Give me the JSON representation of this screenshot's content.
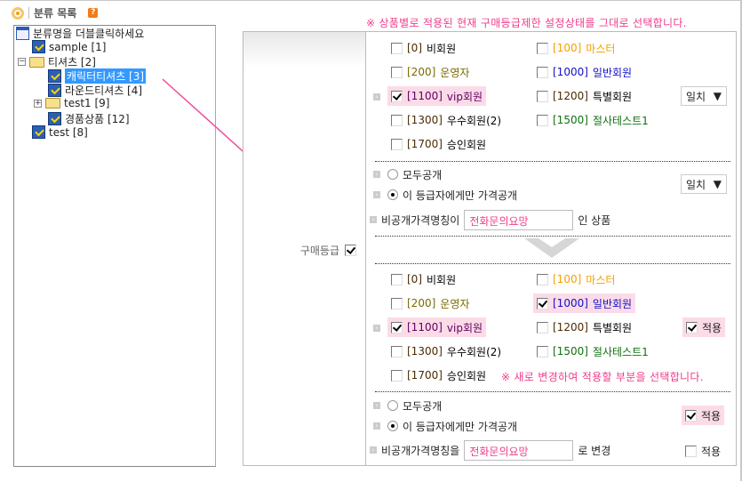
{
  "header": {
    "title": "분류 목록",
    "help_icon": "?"
  },
  "tree": {
    "root": "분류명을 더블클릭하세요",
    "nodes": [
      "sample [1]",
      "티셔츠 [2]",
      "캐릭터티셔츠 [3]",
      "라운드티셔츠 [4]",
      "test1 [9]",
      "경품상품 [12]",
      "test [8]"
    ]
  },
  "notice_top": "※ 상품별로 적용된 현재 구매등급제한 설정상태를 그대로 선택합니다.",
  "notice_bottom": "※ 새로 변경하여 적용할 부분을 선택합니다.",
  "label": "구매등급",
  "grades": [
    {
      "code": "[0]",
      "name": "비회원",
      "color": "#000000"
    },
    {
      "code": "[100]",
      "name": "마스터",
      "color": "#f5a000"
    },
    {
      "code": "[200]",
      "name": "운영자",
      "color": "#7a6a00"
    },
    {
      "code": "[1000]",
      "name": "일반회원",
      "color": "#1010c8"
    },
    {
      "code": "[1100]",
      "name": "vip회원",
      "color": "#600060"
    },
    {
      "code": "[1200]",
      "name": "특별회원",
      "color": "#000000"
    },
    {
      "code": "[1300]",
      "name": "우수회원(2)",
      "color": "#000000"
    },
    {
      "code": "[1500]",
      "name": "절사테스트1",
      "color": "#107010"
    },
    {
      "code": "[1700]",
      "name": "승인회원",
      "color": "#000000"
    }
  ],
  "top": {
    "checked": [
      "[1100]"
    ],
    "match_select": "일치",
    "radio_all": "모두공개",
    "radio_only": "이 등급자에게만 가격공개",
    "match_select2": "일치",
    "private_prefix": "비공개가격명칭이",
    "private_value": "전화문의요망",
    "private_suffix": "인 상품"
  },
  "bottom": {
    "checked": [
      "[1000]",
      "[1100]"
    ],
    "apply1": "적용",
    "radio_all": "모두공개",
    "radio_only": "이 등급자에게만 가격공개",
    "apply2": "적용",
    "private_prefix": "비공개가격명칭을",
    "private_value": "전화문의요망",
    "private_suffix": "로 변경",
    "apply3": "적용"
  }
}
